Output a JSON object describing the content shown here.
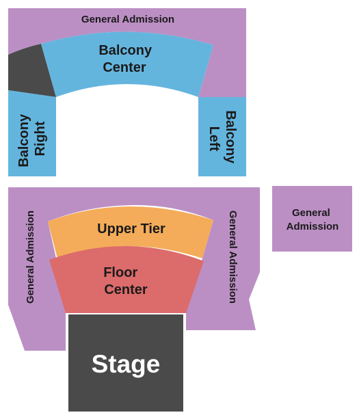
{
  "colors": {
    "general_admission": "#bb8fc4",
    "balcony": "#64b5de",
    "unavailable": "#4a4a4a",
    "upper_tier": "#f4ac5a",
    "floor": "#dc6b6b",
    "stage": "#4a4a4a"
  },
  "sections": {
    "balcony_ga": {
      "label": "General Admission"
    },
    "balcony_center": {
      "line1": "Balcony",
      "line2": "Center"
    },
    "balcony_right": {
      "line1": "Balcony",
      "line2": "Right"
    },
    "balcony_left": {
      "line1": "Balcony",
      "line2": "Left"
    },
    "floor_ga_left": {
      "label": "General Admission"
    },
    "floor_ga_right": {
      "label": "General Admission"
    },
    "ga_box": {
      "line1": "General",
      "line2": "Admission"
    },
    "upper_tier": {
      "label": "Upper Tier"
    },
    "floor_center": {
      "line1": "Floor",
      "line2": "Center"
    },
    "stage": {
      "label": "Stage"
    }
  }
}
